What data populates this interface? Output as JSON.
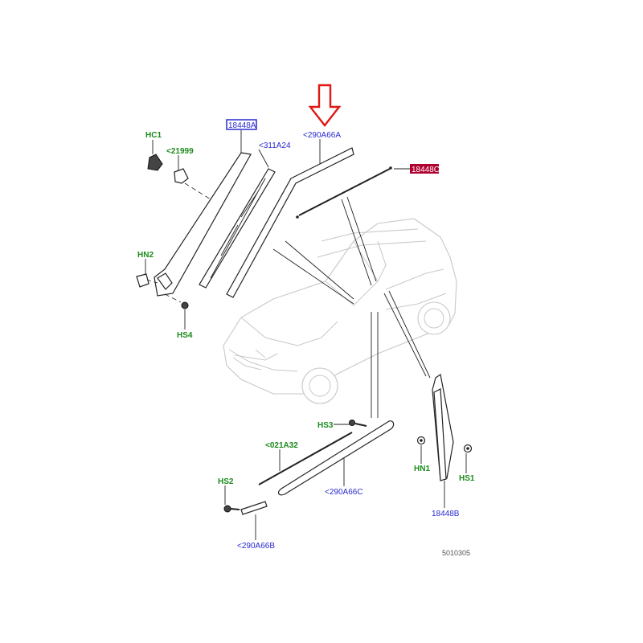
{
  "labels": {
    "hc1": "HC1",
    "p21999": "<21999",
    "p18448a": "18448A",
    "p311a24": "<311A24",
    "p290a66a": "<290A66A",
    "p18448c": "18448C",
    "hn2": "HN2",
    "hs4": "HS4",
    "hs3": "HS3",
    "p021a32": "<021A32",
    "hs2": "HS2",
    "p290a66c": "<290A66C",
    "p290a66b": "<290A66B",
    "hn1": "HN1",
    "hs1": "HS1",
    "p18448b": "18448B",
    "drawing_number": "5010305"
  },
  "colors": {
    "callout_green": "#1a8a1a",
    "callout_blue": "#2a2ad0",
    "highlight_box": "#b00030",
    "arrow_red": "#e01818",
    "outline_box": "#2a2ad0"
  },
  "icons": {
    "indicator": "red-down-arrow-icon"
  }
}
